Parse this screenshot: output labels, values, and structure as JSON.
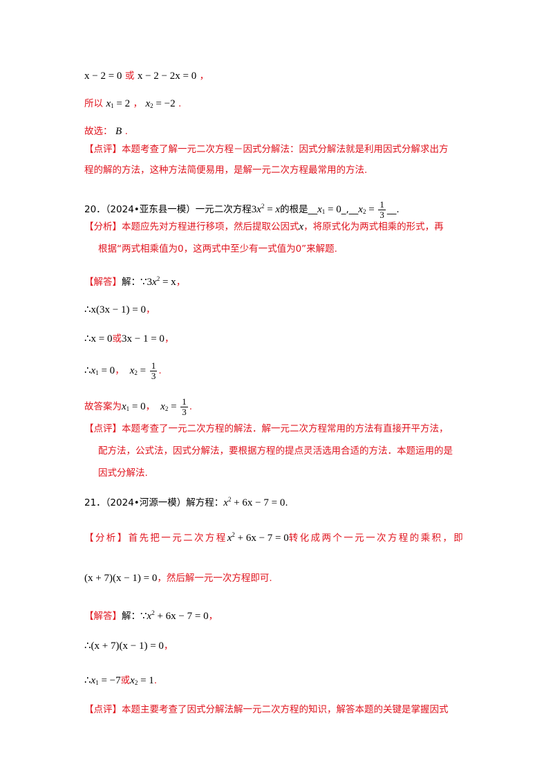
{
  "lines": {
    "l1": {
      "eq1": "x − 2 = 0",
      "or": "或",
      "eq2": "x − 2 − 2x = 0",
      "end": "，"
    },
    "l2": {
      "prefix": "所以",
      "x1": "= 2",
      "sep": "，",
      "x2": "= −2",
      "end": "."
    },
    "l3": {
      "prefix": "故选：",
      "ans": "B",
      "end": "."
    },
    "comment19_1": "【点评】本题考查了解一元二次方程－因式分解法：因式分解法就是利用因式分解求出方",
    "comment19_2": "程的解的方法，这种方法简便易用，是解一元二次方程最常用的方法.",
    "q20": {
      "num": "20．",
      "src": "（2024•亚东县一模）",
      "text": "一元二次方程",
      "text2": "的根是__",
      "mid": "_,__",
      "tail": "__."
    },
    "analysis20_1": "【分析】本题应先对方程进行移项，然后提取公因式",
    "analysis20_1b": "，将原式化为两式相乘的形式，再",
    "analysis20_2": "根据“两式相乘值为0，这两式中至少有一式值为0”来解题.",
    "solution20": {
      "label": "【解答】",
      "jie": "解：",
      "because": "∵",
      "eq": "= x",
      "end": "，"
    },
    "s20_2": {
      "therefore": "∴",
      "eq": "x(3x − 1) = 0",
      "end": "，"
    },
    "s20_3": {
      "therefore": "∴",
      "eq1": "x = 0",
      "or": "或",
      "eq2": "3x − 1 = 0",
      "end": "，"
    },
    "s20_4": {
      "therefore": "∴",
      "x1": "= 0",
      "sep": "，",
      "end": "."
    },
    "s20_5": {
      "prefix": "故答案为",
      "x1": "= 0",
      "sep": "，",
      "end": "."
    },
    "comment20_1": "【点评】本题考查了一元二次方程的解法．解一元二次方程常用的方法有直接开平方法，",
    "comment20_2": "配方法，公式法，因式分解法，要根据方程的提点灵活选用合适的方法．本题运用的是",
    "comment20_3": "因式分解法.",
    "q21": {
      "num": "21．",
      "src": "（2024•河源一模）",
      "text": "解方程：",
      "eq": "+ 6x − 7 = 0",
      "end": "."
    },
    "analysis21_1": "【分析】首先把一元二次方程",
    "analysis21_1b": "转化成两个一元一次方程的乘积，即",
    "analysis21_2": {
      "eq": "(x + 7)(x − 1) = 0",
      "text": "，然后解一元一次方程即可."
    },
    "solution21": {
      "label": "【解答】",
      "jie": "解：",
      "because": "∵",
      "eq": "+ 6x − 7 = 0",
      "end": "，"
    },
    "s21_2": {
      "therefore": "∴",
      "eq": "(x + 7)(x − 1) = 0",
      "end": "，"
    },
    "s21_3": {
      "therefore": "∴",
      "x1": "= −7",
      "or": "或",
      "x2": "= 1",
      "end": "."
    },
    "comment21_1": "【点评】本题主要考查了因式分解法解一元二次方程的知识，解答本题的关键是掌握因式",
    "frac": {
      "num": "1",
      "den": "3"
    },
    "sym": {
      "x": "x",
      "one": "1",
      "two": "2",
      "sq": "2",
      "three": "3",
      "x2sym": "x"
    }
  }
}
